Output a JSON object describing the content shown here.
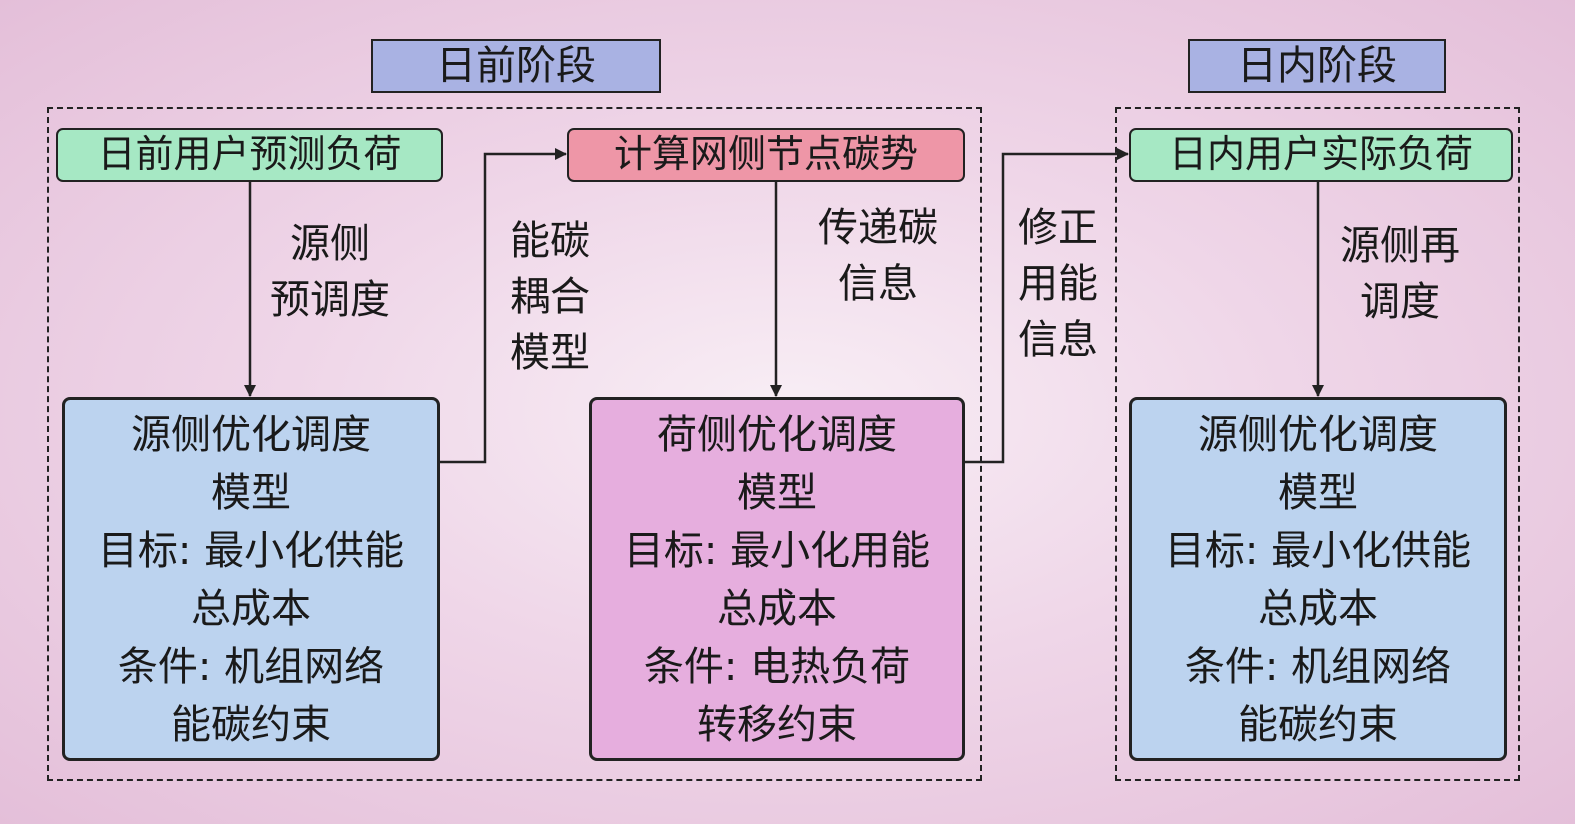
{
  "stages": {
    "day_ahead": "日前阶段",
    "intraday": "日内阶段"
  },
  "nodes": {
    "forecast_load": "日前用户预测负荷",
    "carbon_potential": "计算网侧节点碳势",
    "actual_load": "日内用户实际负荷"
  },
  "models": {
    "source_day_ahead": {
      "title_line1": "源侧优化调度",
      "title_line2": "模型",
      "goal_line1": "目标: 最小化供能",
      "goal_line2": "总成本",
      "cond_line1": "条件: 机组网络",
      "cond_line2": "能碳约束"
    },
    "load_side": {
      "title_line1": "荷侧优化调度",
      "title_line2": "模型",
      "goal_line1": "目标: 最小化用能",
      "goal_line2": "总成本",
      "cond_line1": "条件: 电热负荷",
      "cond_line2": "转移约束"
    },
    "source_intraday": {
      "title_line1": "源侧优化调度",
      "title_line2": "模型",
      "goal_line1": "目标: 最小化供能",
      "goal_line2": "总成本",
      "cond_line1": "条件: 机组网络",
      "cond_line2": "能碳约束"
    }
  },
  "edge_labels": {
    "pre_dispatch": [
      "源侧",
      "预调度"
    ],
    "energy_carbon": [
      "能碳",
      "耦合",
      "模型"
    ],
    "transfer_carbon": [
      "传递碳",
      "信息"
    ],
    "correct_usage": [
      "修正",
      "用能",
      "信息"
    ],
    "re_dispatch": [
      "源侧再",
      "调度"
    ]
  },
  "colors": {
    "stage_fill": "#a9b2e3",
    "load_node_fill": "#a6e8c4",
    "carbon_node_fill": "#ee96a7",
    "source_model_fill": "#bcd3ef",
    "load_model_fill": "#e6aede"
  }
}
